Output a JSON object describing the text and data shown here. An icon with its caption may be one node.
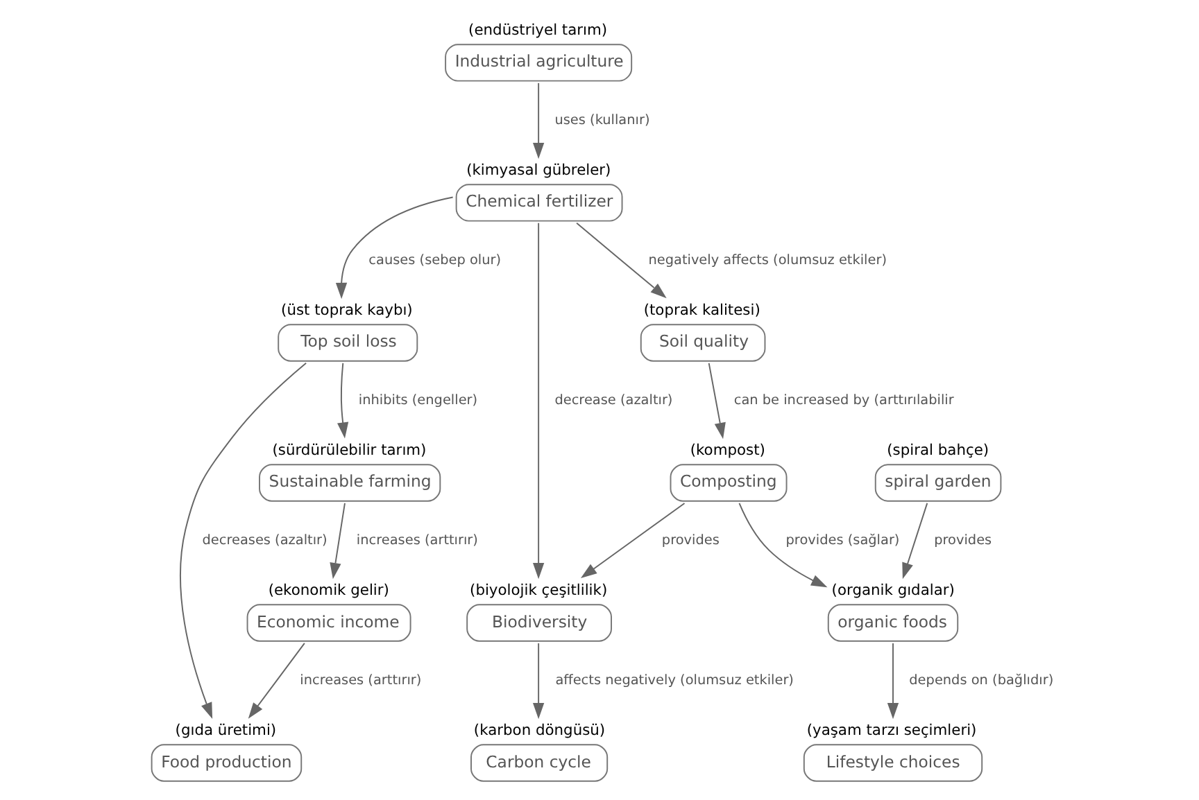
{
  "diagram": {
    "nodes": [
      {
        "text": [
          "Industrial agriculture"
        ],
        "beside": [
          "(endüstriyel tarım)"
        ]
      },
      {
        "text": [
          "Chemical fertilizer"
        ],
        "beside": [
          "(kimyasal gübreler)"
        ]
      },
      {
        "text": [
          "Top soil loss"
        ],
        "beside": [
          "(üst toprak kaybı)"
        ]
      },
      {
        "text": [
          "Food production"
        ],
        "beside": [
          "(gıda üretimi)"
        ]
      },
      {
        "text": [
          "Soil quality"
        ],
        "beside": [
          "(toprak kalitesi)"
        ]
      },
      {
        "text": [
          "Sustainable farming"
        ],
        "beside": [
          "(sürdürülebilir tarım)"
        ]
      },
      {
        "text": [
          "Economic income"
        ],
        "beside": [
          "(ekonomik gelir)"
        ]
      },
      {
        "text": [
          "Composting"
        ],
        "beside": [
          "(kompost)"
        ]
      },
      {
        "text": [
          "Biodiversity"
        ],
        "beside": [
          "(biyolojik çeşitlilik)"
        ]
      },
      {
        "text": [
          "spiral garden"
        ],
        "beside": [
          "(spiral bahçe)"
        ]
      },
      {
        "text": [
          "organic foods"
        ],
        "beside": [
          "(organik gıdalar)"
        ]
      },
      {
        "text": [
          "Carbon cycle"
        ],
        "beside": [
          "(karbon döngüsü)"
        ]
      },
      {
        "text": [
          "Lifestyle choices"
        ],
        "beside": [
          "(yaşam tarzı seçimleri)"
        ]
      }
    ],
    "edges": [
      {
        "from": 0,
        "to": 1,
        "arrow": "to",
        "label": "uses (kullanır)"
      },
      {
        "from": 1,
        "to": 2,
        "arrow": "to",
        "label": "causes (sebep olur)"
      },
      {
        "from": 2,
        "to": 3,
        "arrow": "to",
        "label": "decreases (azaltır)"
      },
      {
        "from": 1,
        "to": 4,
        "arrow": "to",
        "label": "negatively affects (olumsuz etkiler)"
      },
      {
        "from": 1,
        "to": 8,
        "arrow": "to",
        "label": "decrease (azaltır)"
      },
      {
        "from": 2,
        "to": 5,
        "arrow": "to",
        "label": "inhibits (engeller)"
      },
      {
        "from": 5,
        "to": 6,
        "arrow": "to",
        "label": "increases (arttırır)"
      },
      {
        "from": 6,
        "to": 3,
        "arrow": "to",
        "label": "increases (arttırır)"
      },
      {
        "from": 4,
        "to": 7,
        "arrow": "to",
        "label": "can be increased by (arttırılabilir"
      },
      {
        "from": 7,
        "to": 8,
        "arrow": "to",
        "label": "provides"
      },
      {
        "from": 7,
        "to": 10,
        "arrow": "to",
        "label": "provides (sağlar)"
      },
      {
        "from": 9,
        "to": 10,
        "arrow": "to",
        "label": "provides"
      },
      {
        "from": 10,
        "to": 12,
        "arrow": "to",
        "label": "depends on (bağlıdır)"
      },
      {
        "from": 8,
        "to": 11,
        "arrow": "to",
        "label": "affects negatively (olumsuz etkiler)"
      }
    ]
  }
}
